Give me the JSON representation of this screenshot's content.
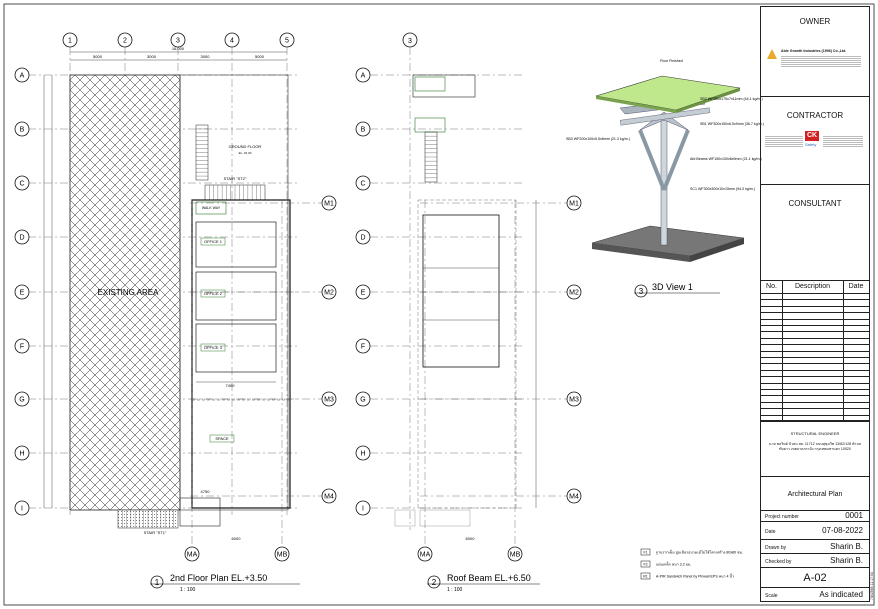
{
  "grid": {
    "columns_plan1": [
      "1",
      "2",
      "3",
      "4",
      "5"
    ],
    "column_plan2": "3",
    "rows": [
      "A",
      "B",
      "C",
      "D",
      "E",
      "F",
      "G",
      "H",
      "I"
    ],
    "m_rows": [
      "M1",
      "M2",
      "M3",
      "M4"
    ],
    "m_cols": [
      "MA",
      "MB"
    ]
  },
  "plan1": {
    "title_no": "1",
    "title": "2nd Floor Plan EL.+3.50",
    "scale": "1 : 100",
    "existing_label": "EXISTING AREA",
    "ground_floor": "GROUND FLOOR",
    "ground_floor_el": "EL. ±0.00",
    "stair1": "STAIR \"ST2\"",
    "stair2": "STAIR \"ST1\"",
    "walkway": "WALK WAY",
    "rooms": [
      "OFFICE 1",
      "OFFICE 2",
      "OFFICE 3",
      "SPACE"
    ],
    "dim_total": "16,000",
    "dim_cols": [
      "5000",
      "3000",
      "3000",
      "5000"
    ],
    "dim_7400": "7400",
    "dim_4750": "4750",
    "dim_6000": "6000"
  },
  "plan2": {
    "title_no": "2",
    "title": "Roof Beam EL.+6.50",
    "scale": "1 : 100",
    "dim_6000": "6000"
  },
  "view3d": {
    "title_no": "3",
    "title": "3D View 1",
    "labels": [
      "Floor Finished",
      "SB2 WF250x175x7x11mm (44.1 kg/m.)",
      "SB1 WF300x150x6.5x9mm (36.7 kg/m.)",
      "SB3 WF200x100x5.5x8mm (21.3 kg/m.)",
      "Afd Beams WF150x100x6x9mm (21.1 kg/m.)",
      "SC1 WF300x300x10x15mm (94.0 kg/m.)"
    ]
  },
  "legend": [
    {
      "key": "F1",
      "text": "ฐานรากเข็ม ปูนเส้นรอบวงแม้ไม่ใช้โครงสร้าง 80x80 ซม."
    },
    {
      "key": "F2",
      "text": "แผ่นเหล็ก หนา 3.2 มม."
    },
    {
      "key": "R1",
      "text": "A-PIR Sandwich Panel by Pinwall EPS หนา 4 นิ้ว"
    }
  ],
  "titleblock": {
    "owner_label": "OWNER",
    "owner_company": "Able Growth Industries (1996) Co.,Ltd.",
    "contractor_label": "CONTRACTOR",
    "contractor_logo": "CK",
    "contractor_logo_sub": "Safety",
    "consultant_label": "CONSULTANT",
    "rev_headers": [
      "No.",
      "Description",
      "Date"
    ],
    "structural_label": "STRUCTURAL ENGINEER",
    "engineer_text": "นาย ชลวิทย์ บัวสม สย. 11712 ถนนสุขุมวิท 13/82/128 ตำบลทับยาว เขตลาดกระบัง กรุงเทพมหานคร 10520",
    "drawing_title": "Architectural Plan",
    "project_number_label": "Project number",
    "project_number": "0001",
    "date_label": "Date",
    "date": "07-08-2022",
    "drawn_by_label": "Drawn by",
    "drawn_by": "Sharin B.",
    "checked_by_label": "Checked by",
    "checked_by": "Sharin B.",
    "sheet_no": "A-02",
    "scale_label": "Scale",
    "scale": "As indicated",
    "print_stamp": "7/8/2565 11:17:54"
  }
}
